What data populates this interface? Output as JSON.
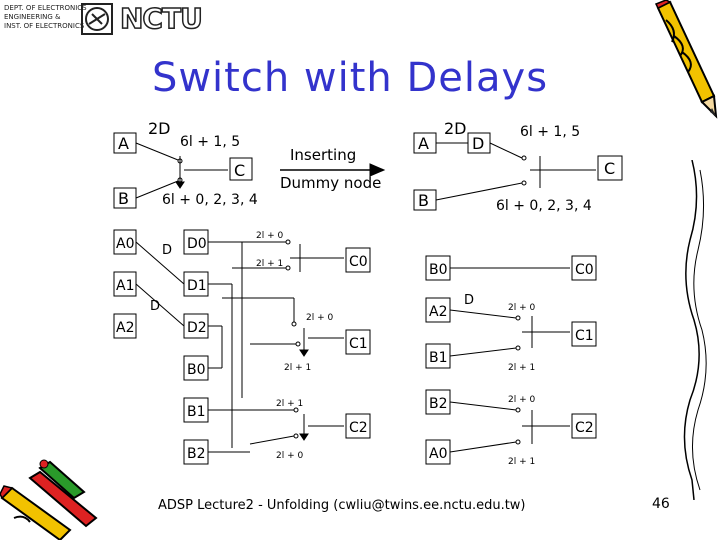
{
  "logo": {
    "line1": "DEPT. OF ELECTRONICS",
    "line2": "ENGINEERING &",
    "line3": "INST. OF ELECTRONICS",
    "mark": "NCTU"
  },
  "slide": {
    "title": "Switch with Delays",
    "footer": "ADSP Lecture2 - Unfolding   (cwliu@twins.ee.nctu.edu.tw)",
    "page_number": "46"
  },
  "diagram": {
    "top_left": {
      "in_a": "A",
      "in_b": "B",
      "delay": "2D",
      "sw_top": "6l + 1, 5",
      "out": "C",
      "sw_bottom": "6l + 0, 2, 3, 4"
    },
    "arrow": {
      "line1": "Inserting",
      "line2": "Dummy node"
    },
    "top_right": {
      "in_a": "A",
      "in_b": "B",
      "delay": "2D",
      "node": "D",
      "sw_top": "6l + 1, 5",
      "out": "C",
      "sw_bottom": "6l + 0, 2, 3, 4"
    },
    "bottom_left": {
      "a0": "A0",
      "a1": "A1",
      "a2": "A2",
      "d0": "D0",
      "d1": "D1",
      "d2": "D2",
      "b0": "B0",
      "b1": "B1",
      "b2": "B2",
      "c0": "C0",
      "c1": "C1",
      "c2": "C2",
      "delay1": "D",
      "delay2": "D",
      "sw1": "2l + 0",
      "sw2": "2l + 1",
      "sw3": "2l + 0",
      "sw4": "2l + 1",
      "sw5": "2l + 1",
      "sw6": "2l + 0"
    },
    "bottom_right": {
      "b0": "B0",
      "a2": "A2",
      "b1": "B1",
      "b2": "B2",
      "a0": "A0",
      "c0": "C0",
      "c1": "C1",
      "c2": "C2",
      "delay": "D",
      "sw1": "2l + 0",
      "sw2": "2l + 1",
      "sw3": "2l + 0",
      "sw4": "2l + 1"
    }
  },
  "colors": {
    "title": "#3333cc",
    "pencil_body": "#f2c200",
    "pencil_tip": "#d22",
    "ink": "#000000"
  }
}
